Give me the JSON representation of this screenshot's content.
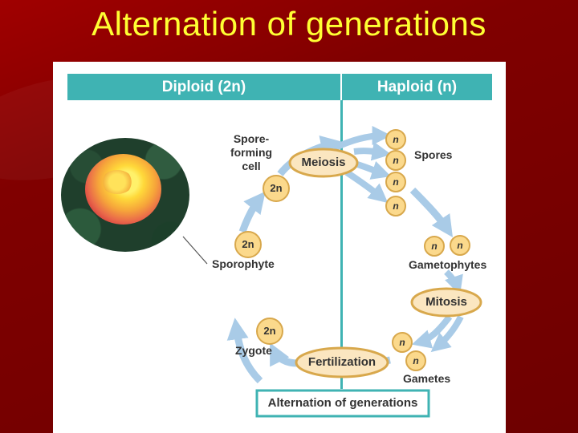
{
  "slide": {
    "title": "Alternation of generations"
  },
  "header": {
    "diploid": "Diploid (2n)",
    "haploid": "Haploid (n)"
  },
  "labels": {
    "spore_forming_cell": [
      "Spore-",
      "forming",
      "cell"
    ],
    "spores": "Spores",
    "gametophytes": "Gametophytes",
    "gametes": "Gametes",
    "sporophyte": "Sporophyte",
    "zygote": "Zygote"
  },
  "processes": {
    "meiosis": "Meiosis",
    "mitosis": "Mitosis",
    "fertilization": "Fertilization"
  },
  "ploidy": {
    "diploid": "2n",
    "haploid": "n"
  },
  "caption": "Alternation of generations",
  "colors": {
    "accent": "#3fb3b3",
    "arrow": "#a9cbe7",
    "cell_fill": "#fbd98c",
    "cell_stroke": "#d8a84c",
    "title": "#ffff33"
  },
  "icons": {
    "photo": "rose-photo"
  }
}
